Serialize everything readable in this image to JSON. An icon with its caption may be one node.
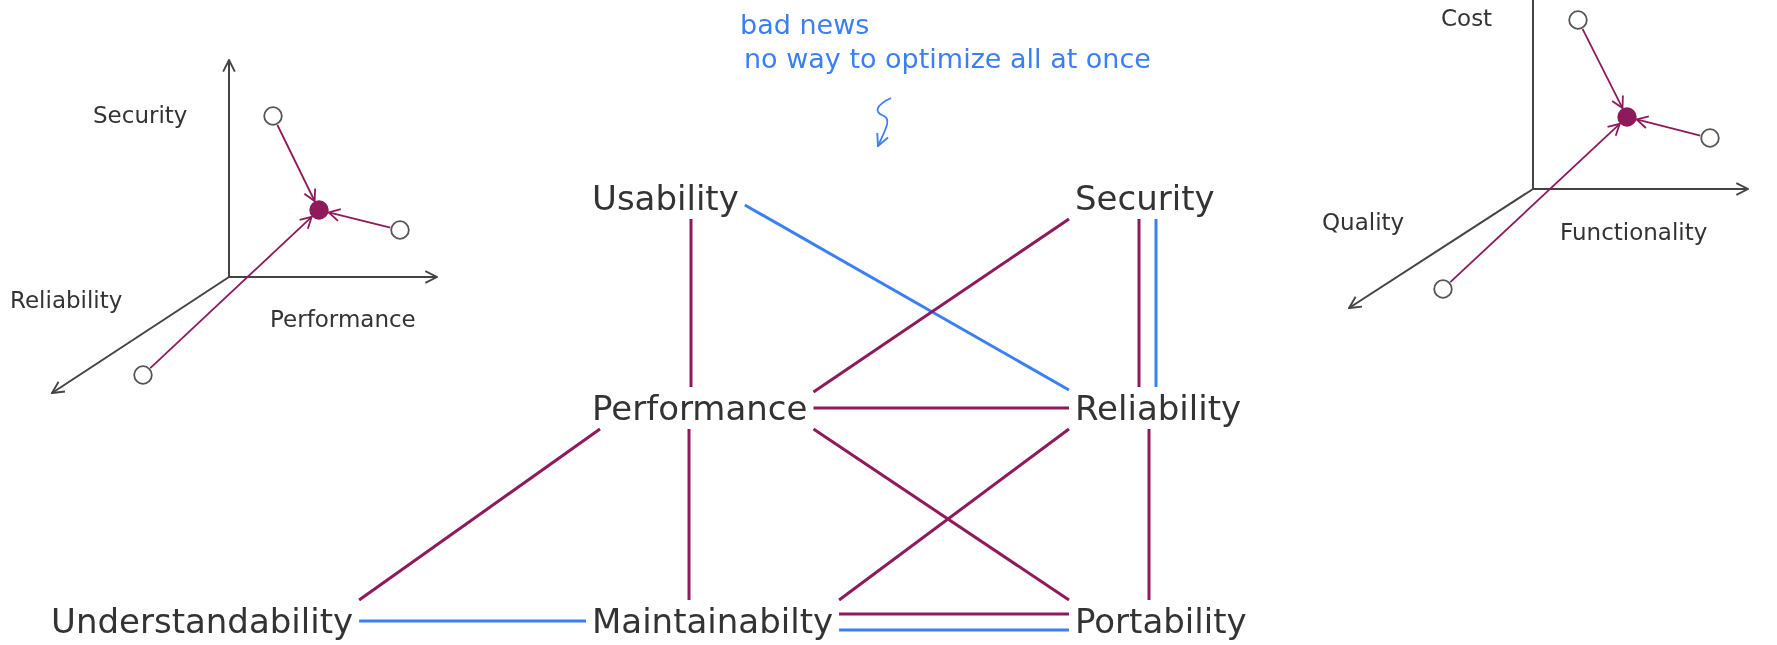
{
  "diagram": {
    "nodes": [
      {
        "text": [
          "Usability"
        ]
      },
      {
        "text": [
          "Security"
        ]
      },
      {
        "text": [
          "Performance"
        ]
      },
      {
        "text": [
          "Reliability"
        ]
      },
      {
        "text": [
          "Understandability"
        ]
      },
      {
        "text": [
          "Maintainabilty"
        ]
      },
      {
        "text": [
          "Portability"
        ]
      },
      {
        "text": [],
        "shape": "circle"
      },
      {
        "text": [],
        "shape": "circle"
      },
      {
        "text": [],
        "shape": "circle"
      },
      {
        "text": [],
        "shape": "circle"
      },
      {
        "text": [],
        "shape": "circle"
      },
      {
        "text": [],
        "shape": "circle"
      },
      {
        "text": [],
        "shape": "circle"
      },
      {
        "text": [],
        "shape": "circle"
      }
    ],
    "edges": [
      {
        "from": 0,
        "to": 2,
        "arrow": "none"
      },
      {
        "from": 0,
        "to": 3,
        "arrow": "none",
        "color": "#3b7ff5"
      },
      {
        "from": 1,
        "to": 2,
        "arrow": "none"
      },
      {
        "from": 1,
        "to": 3,
        "arrow": "none"
      },
      {
        "from": 1,
        "to": 3,
        "arrow": "none",
        "color": "#3b7ff5"
      },
      {
        "from": 2,
        "to": 3,
        "arrow": "none"
      },
      {
        "from": 2,
        "to": 4,
        "arrow": "none"
      },
      {
        "from": 2,
        "to": 5,
        "arrow": "none"
      },
      {
        "from": 2,
        "to": 6,
        "arrow": "none"
      },
      {
        "from": 3,
        "to": 5,
        "arrow": "none"
      },
      {
        "from": 3,
        "to": 6,
        "arrow": "none"
      },
      {
        "from": 4,
        "to": 5,
        "arrow": "none",
        "color": "#3b7ff5"
      },
      {
        "from": 5,
        "to": 6,
        "arrow": "none"
      },
      {
        "from": 5,
        "to": 6,
        "arrow": "none",
        "color": "#3b7ff5"
      },
      {
        "from": 7,
        "to": 10,
        "arrow": "to"
      },
      {
        "from": 8,
        "to": 10,
        "arrow": "to"
      },
      {
        "from": 9,
        "to": 10,
        "arrow": "to"
      },
      {
        "from": 11,
        "to": 14,
        "arrow": "to"
      },
      {
        "from": 12,
        "to": 14,
        "arrow": "to"
      },
      {
        "from": 13,
        "to": 14,
        "arrow": "to"
      }
    ],
    "labels": [
      "Cost",
      "bad news",
      "no way to optimize all at once",
      "Security",
      "Quality",
      "Functionality",
      "Reliability",
      "Performance"
    ]
  }
}
